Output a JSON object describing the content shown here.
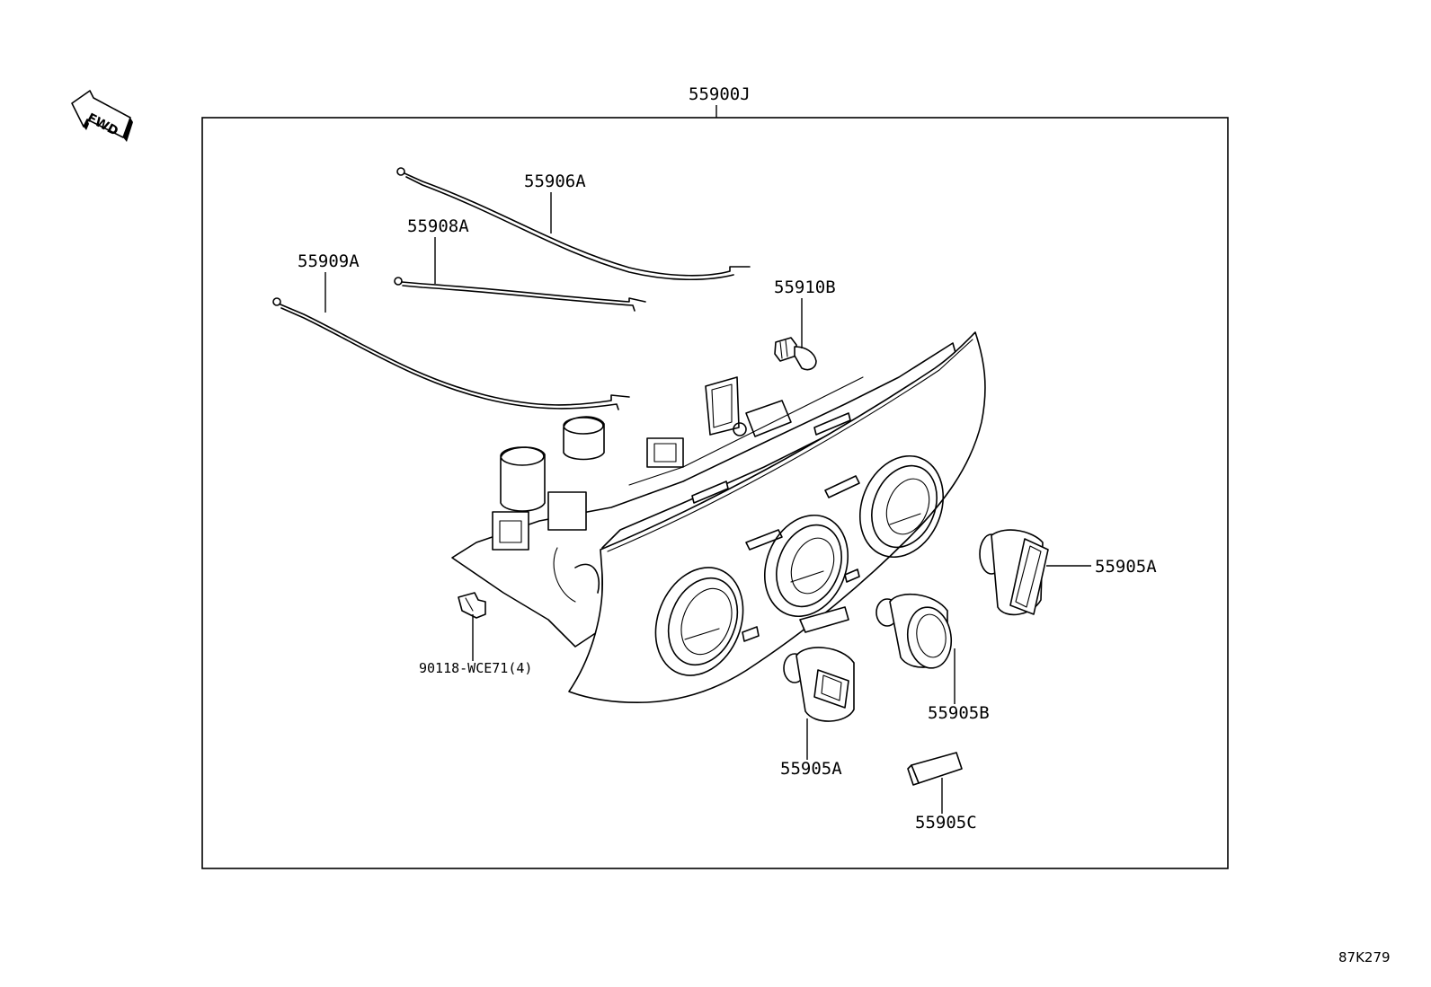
{
  "labels": {
    "assembly": "55900J",
    "cable_a": "55906A",
    "cable_b": "55908A",
    "cable_c": "55909A",
    "bulb": "55910B",
    "knob_right": "55905A",
    "knob_center": "55905B",
    "knob_front": "55905A",
    "button": "55905C",
    "clip": "90118-WCE71(4)",
    "fwd": "FWD",
    "drawing_code": "87K279"
  }
}
